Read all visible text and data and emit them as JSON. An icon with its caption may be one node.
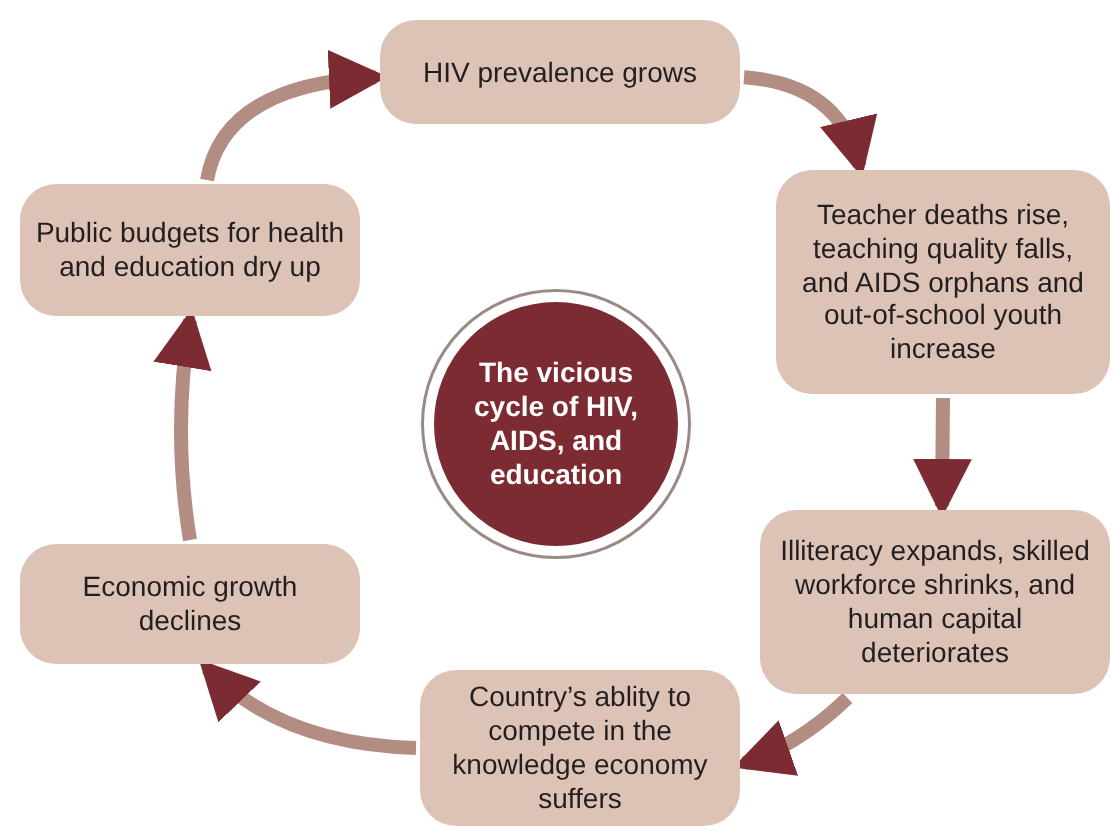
{
  "diagram": {
    "nodes": [
      {
        "text": [
          "HIV prevalence grows"
        ]
      },
      {
        "text": [
          "Public budgets for health and education dry up"
        ]
      },
      {
        "text": [
          "Teacher deaths rise, teaching quality falls, and AIDS orphans and out-of-school youth increase"
        ]
      },
      {
        "text": [
          "The vicious cycle of HIV, AIDS, and education"
        ]
      },
      {
        "text": [
          "Economic growth declines"
        ]
      },
      {
        "text": [
          "Illiteracy expands, skilled workforce shrinks, and human capital deteriorates"
        ]
      },
      {
        "text": [
          "Country’s ablity to compete in the knowledge economy suffers"
        ]
      }
    ],
    "edges": [
      {
        "from": 0,
        "to": 2,
        "arrow": "to"
      },
      {
        "from": 2,
        "to": 5,
        "arrow": "to"
      },
      {
        "from": 5,
        "to": 6,
        "arrow": "to"
      },
      {
        "from": 6,
        "to": 4,
        "arrow": "to"
      },
      {
        "from": 4,
        "to": 1,
        "arrow": "to"
      },
      {
        "from": 1,
        "to": 0,
        "arrow": "to"
      }
    ]
  }
}
